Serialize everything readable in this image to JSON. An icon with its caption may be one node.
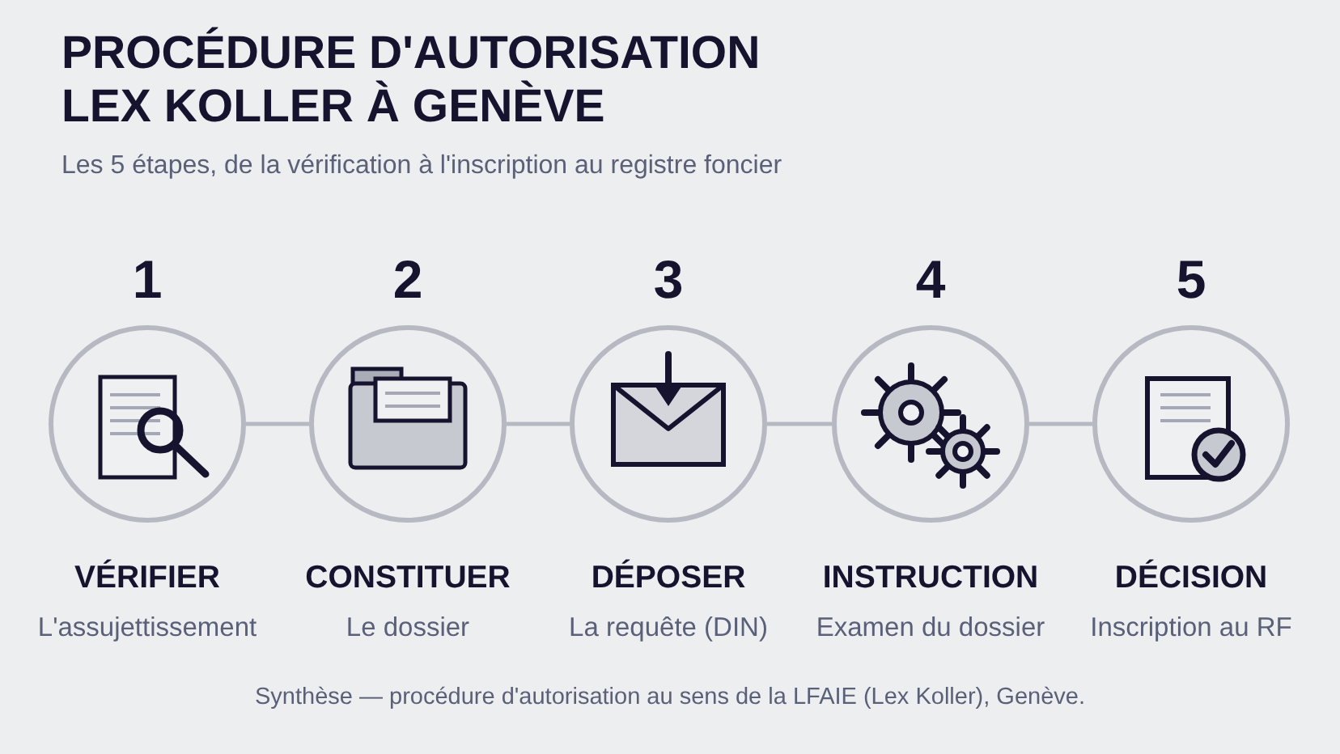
{
  "diagram": {
    "title": "PROCÉDURE D'AUTORISATION LEX KOLLER À GENÈVE",
    "nodes": [
      {
        "text": [],
        "shape": "circle",
        "beside": [
          "1",
          "VÉRIFIER",
          "L'assujettissement"
        ]
      },
      {
        "text": [],
        "shape": "circle",
        "beside": [
          "2",
          "CONSTITUER",
          "Le dossier"
        ]
      },
      {
        "text": [],
        "shape": "circle",
        "beside": [
          "3",
          "DÉPOSER",
          "La requête (DIN)"
        ]
      },
      {
        "text": [],
        "shape": "circle",
        "beside": [
          "4",
          "INSTRUCTION",
          "Examen du dossier"
        ]
      },
      {
        "text": [],
        "shape": "circle",
        "beside": [
          "5",
          "DÉCISION",
          "Inscription au RF"
        ]
      }
    ],
    "edges": [
      {
        "from": 0,
        "to": 1,
        "arrow": "none"
      },
      {
        "from": 1,
        "to": 2,
        "arrow": "none"
      },
      {
        "from": 2,
        "to": 3,
        "arrow": "none"
      },
      {
        "from": 3,
        "to": 4,
        "arrow": "none"
      }
    ],
    "labels": [
      "Les 5 étapes, de la vérification à l'inscription au registre foncier"
    ],
    "caption": "Synthèse — procédure d'autorisation au sens de la LFAIE (Lex Koller), Genève."
  }
}
